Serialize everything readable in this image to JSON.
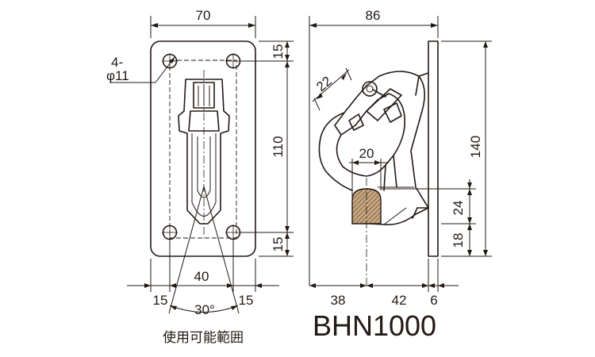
{
  "front_view": {
    "overall_width": "70",
    "hole_callout_count": "4-",
    "hole_callout_dia": "φ11",
    "top_margin": "15",
    "hole_pitch_vertical": "110",
    "bottom_margin": "15",
    "hole_pitch_horizontal": "40",
    "left_margin": "15",
    "right_margin": "15",
    "swing_angle": "30°",
    "usable_range_label": "使用可能範囲"
  },
  "side_view": {
    "overall_depth": "86",
    "opening": "22",
    "throat_width": "20",
    "height_total": "140",
    "dim_24": "24",
    "dim_18": "18",
    "depth_38": "38",
    "depth_42": "42",
    "plate_thickness": "6"
  },
  "model_name": "BHN1000",
  "colors": {
    "line": "#231815",
    "section_fill": "#c9a77f",
    "background": "#ffffff"
  }
}
